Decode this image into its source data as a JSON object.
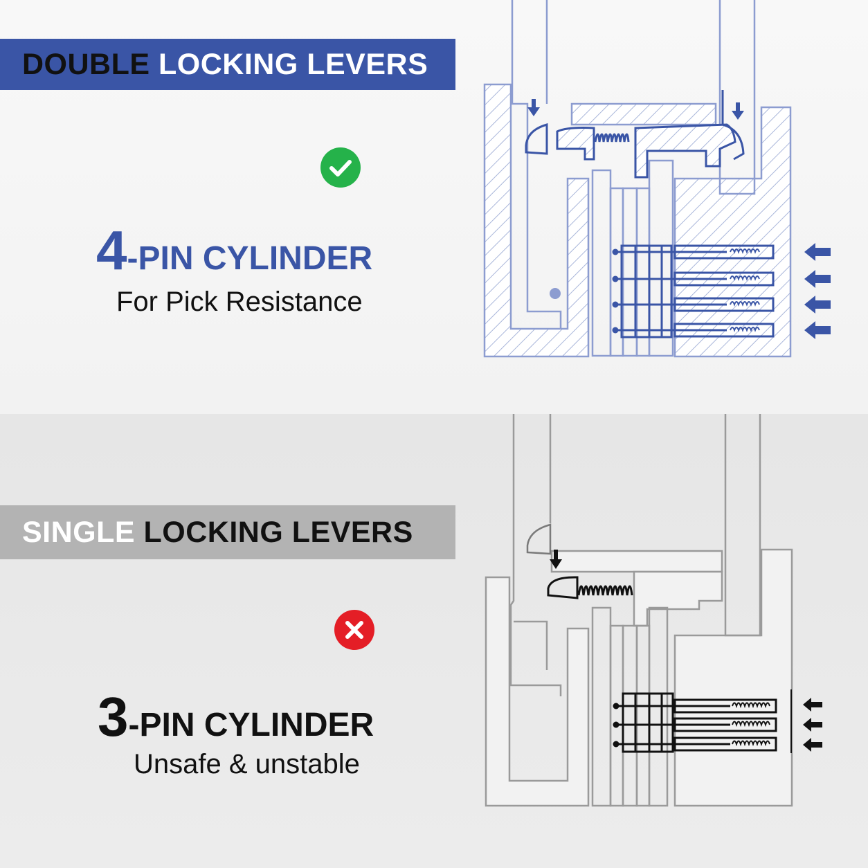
{
  "top": {
    "banner": {
      "word1": "DOUBLE",
      "word2": "LOCKING LEVERS"
    },
    "status": "check-icon",
    "headline": {
      "number": "4",
      "text": "-PIN CYLINDER"
    },
    "subline": "For Pick Resistance",
    "accent_color": "#3a55a6",
    "status_color": "#25b24a"
  },
  "bottom": {
    "banner": {
      "word1": "SINGLE",
      "word2": "LOCKING LEVERS"
    },
    "status": "cross-icon",
    "headline": {
      "number": "3",
      "text": "-PIN CYLINDER"
    },
    "subline": "Unsafe & unstable",
    "accent_color": "#b3b3b3",
    "status_color": "#e41e26"
  }
}
